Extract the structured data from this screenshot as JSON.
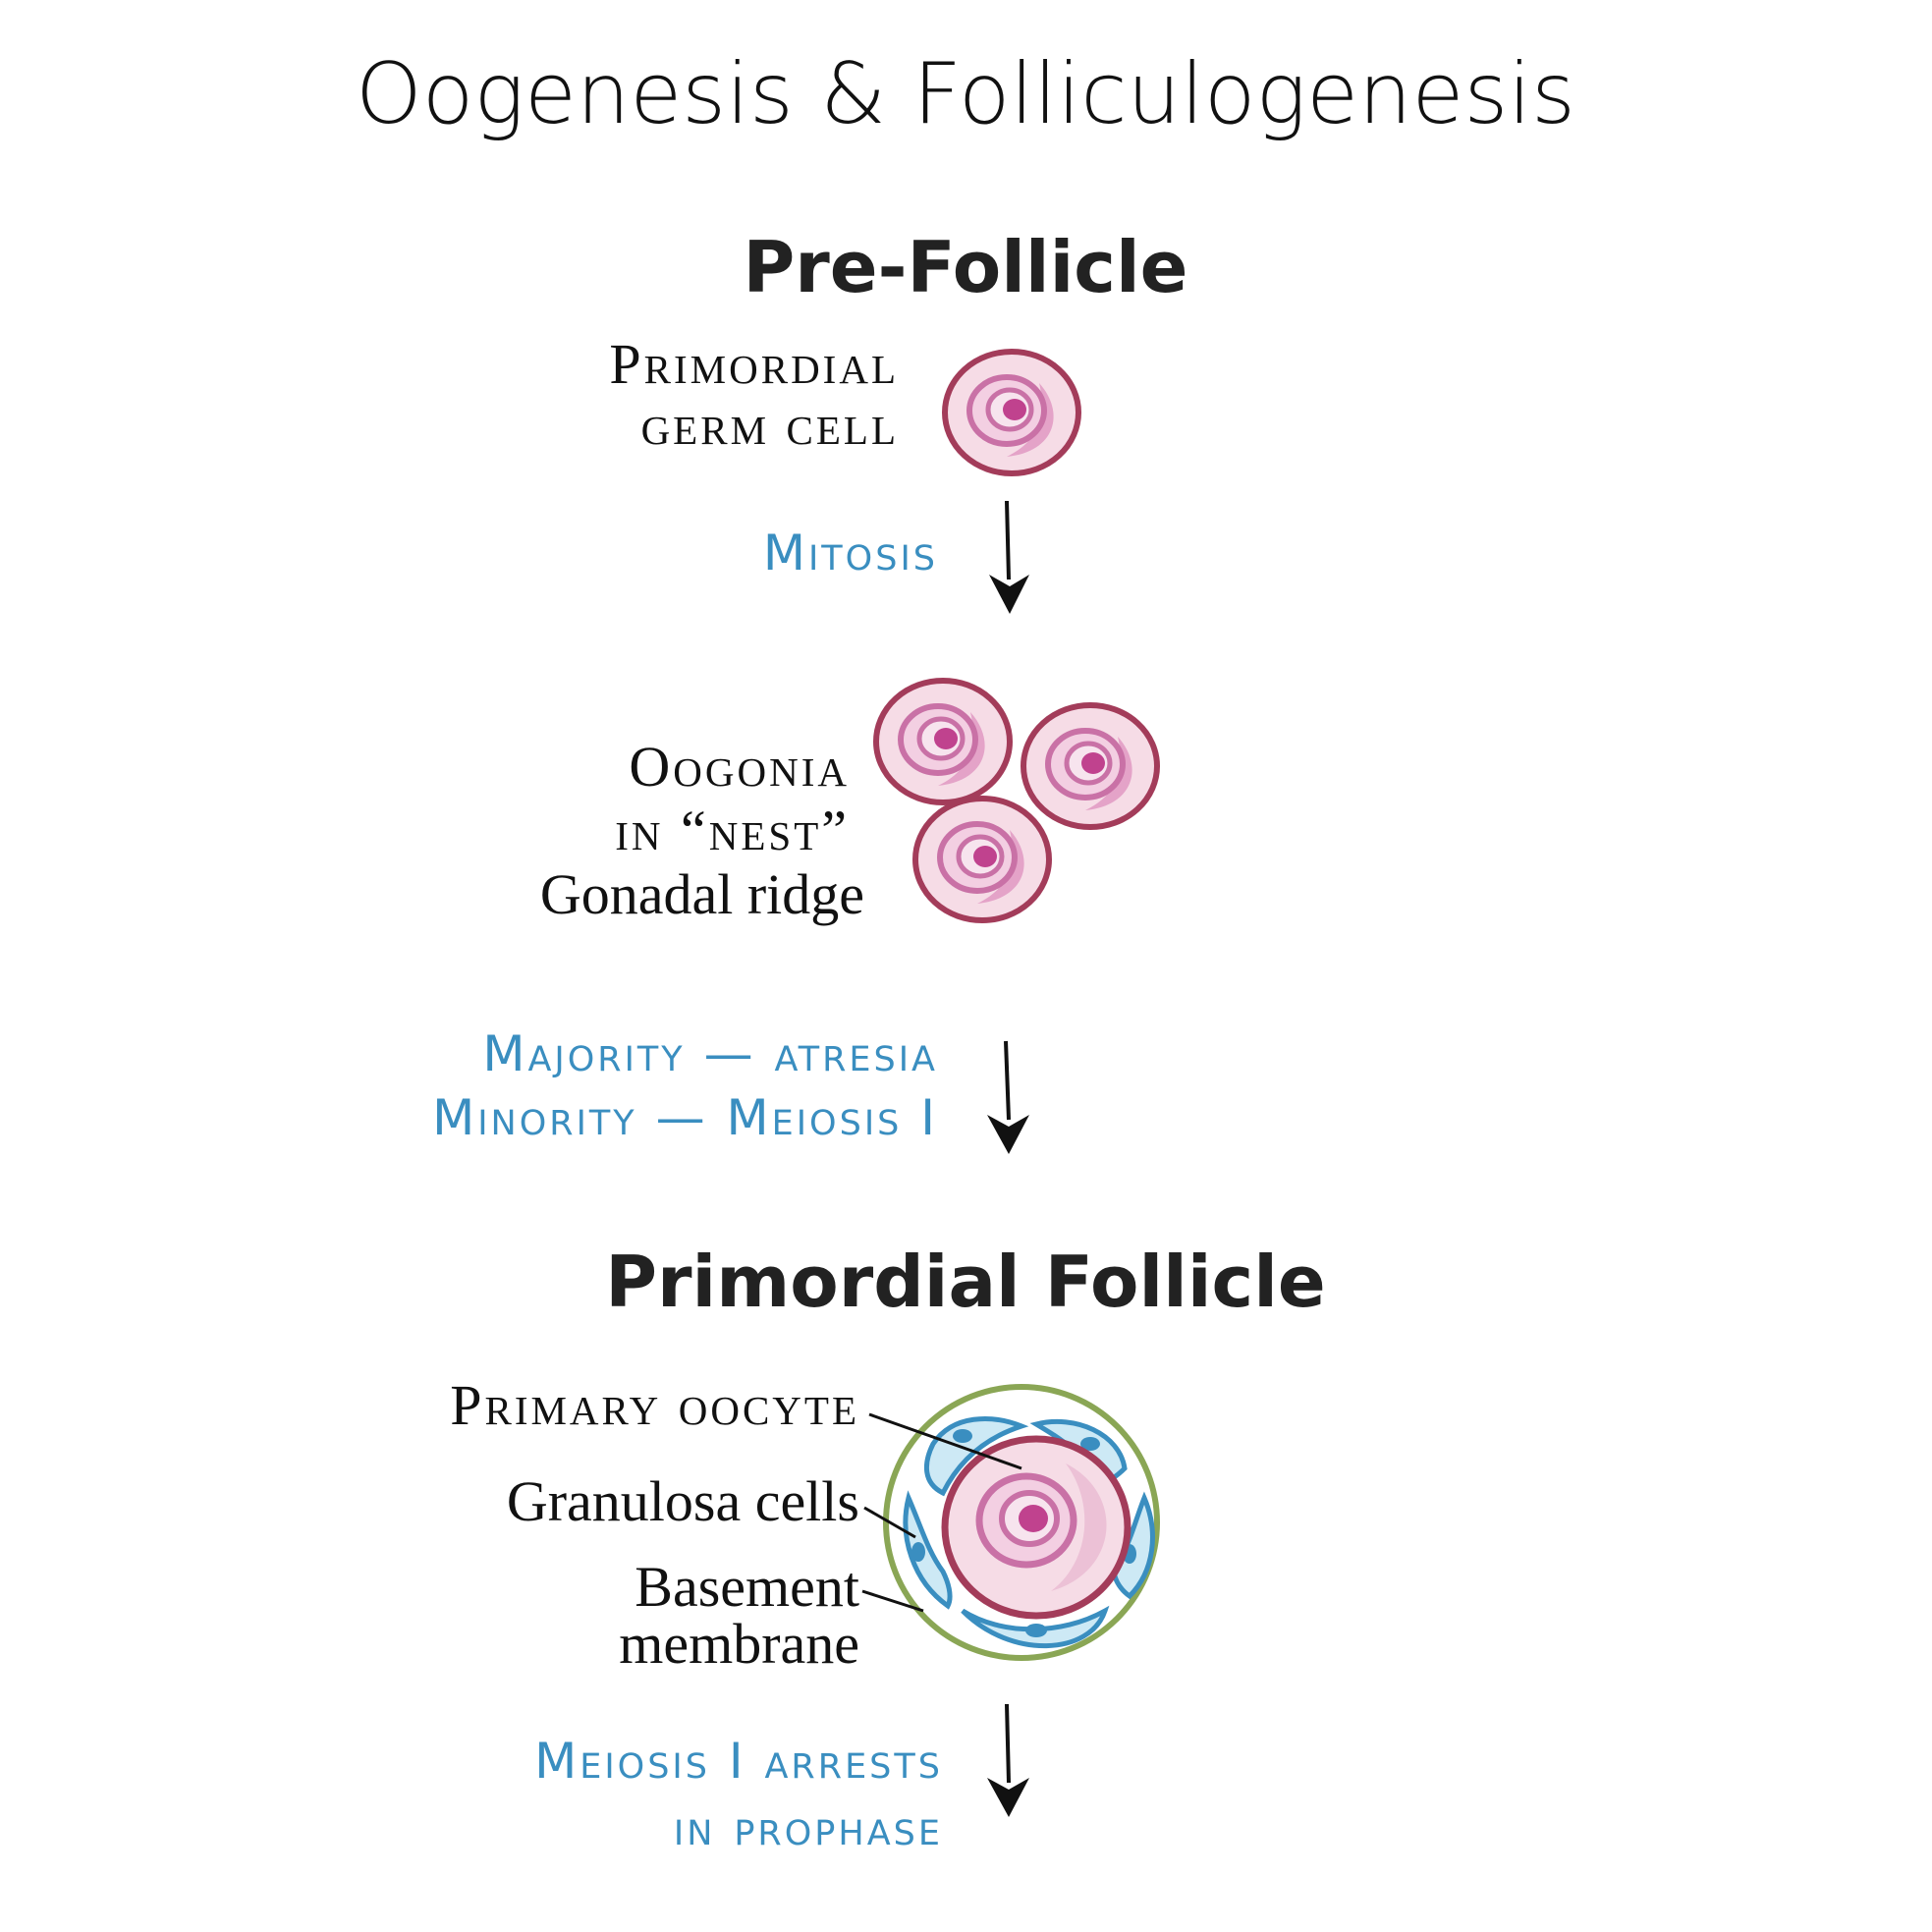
{
  "title": "Oogenesis & Folliculogenesis",
  "sections": {
    "pre_follicle": "Pre-Follicle",
    "primordial_follicle": "Primordial Follicle"
  },
  "labels": {
    "primordial_germ_cell": [
      "Primordial",
      "germ cell"
    ],
    "oogonia": [
      "Oogonia",
      "in “nest”",
      "Gonadal ridge"
    ],
    "primary_oocyte": "Primary oocyte",
    "granulosa_cells": "Granulosa cells",
    "basement_membrane": [
      "Basement",
      "membrane"
    ]
  },
  "processes": {
    "mitosis": "Mitosis",
    "atresia": [
      "Majority — atresia",
      "Minority — Meiosis I"
    ],
    "arrest": [
      "Meiosis I arrests",
      "in prophase"
    ]
  },
  "colors": {
    "cell_outline": "#a33c5a",
    "cell_fill": "#f6dce6",
    "nucleus_ring": "#c971a6",
    "nucleolus": "#c0428e",
    "granulosa_fill": "#cde9f5",
    "granulosa_stroke": "#3a8ec0",
    "basement_membrane": "#8aa655",
    "process_text": "#3a8ec0",
    "arrow": "#111111"
  }
}
